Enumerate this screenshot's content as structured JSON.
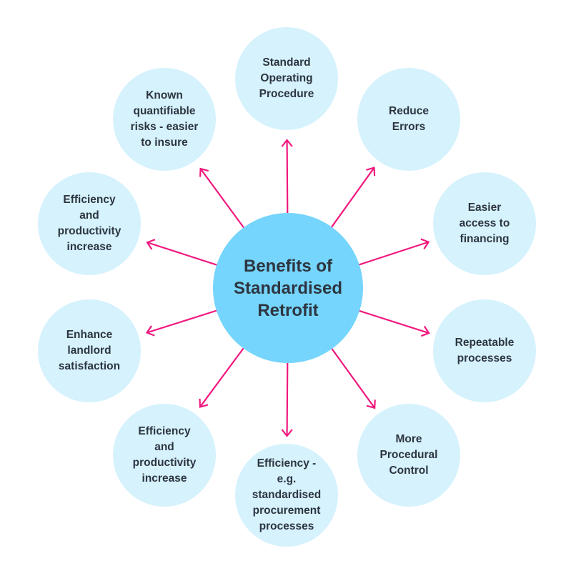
{
  "center": {
    "label": "Benefits of\nStandardised\nRetrofit"
  },
  "benefits": [
    {
      "label": "Standard\nOperating\nProcedure"
    },
    {
      "label": "Reduce\nErrors"
    },
    {
      "label": "Easier\naccess to\nfinancing"
    },
    {
      "label": "Repeatable\nprocesses"
    },
    {
      "label": "More\nProcedural\nControl"
    },
    {
      "label": "Efficiency -\ne.g.\nstandardised\nprocurement\nprocesses"
    },
    {
      "label": "Efficiency\nand\nproductivity\nincrease"
    },
    {
      "label": "Enhance\nlandlord\nsatisfaction"
    },
    {
      "label": "Efficiency\nand\nproductivity\nincrease"
    },
    {
      "label": "Known\nquantifiable\nrisks - easier\nto insure"
    }
  ],
  "colors": {
    "center": "#75d5fd",
    "outer": "#d5f2fd",
    "arrow": "#f0197e",
    "text": "#2d3540"
  }
}
